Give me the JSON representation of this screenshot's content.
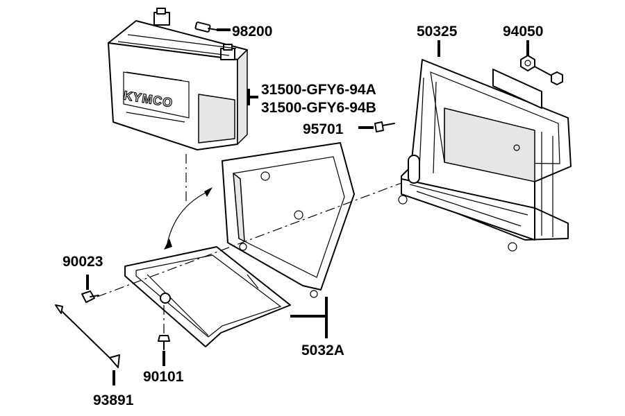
{
  "parts": [
    {
      "id": "battery",
      "name": "31500-GFY6-94A",
      "alt": "31500-GFY6-94B"
    },
    {
      "id": "fuse",
      "name": "98200"
    },
    {
      "id": "battery-case",
      "name": "50325"
    },
    {
      "id": "flange-nut",
      "name": "94050"
    },
    {
      "id": "bolt-95701",
      "name": "95701"
    },
    {
      "id": "battery-cover-set",
      "name": "5032A"
    },
    {
      "id": "bolt-90023",
      "name": "90023"
    },
    {
      "id": "screw-90101",
      "name": "90101"
    },
    {
      "id": "band",
      "name": "93891"
    }
  ],
  "battery_logo": "KYMCO",
  "colors": {
    "ink": "#000000",
    "paper": "#ffffff",
    "shade": "#e6e6e6"
  }
}
